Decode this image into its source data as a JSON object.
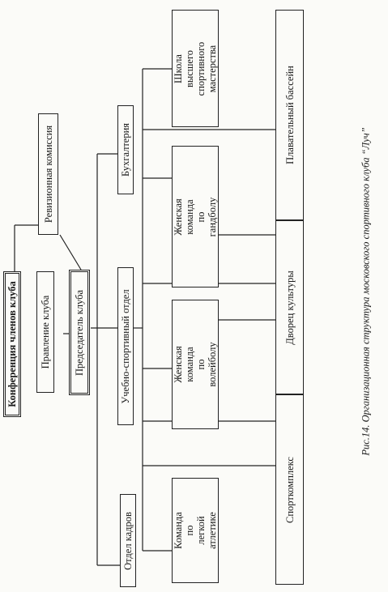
{
  "nodes": {
    "conference": "Конференция членов клуба",
    "board": "Правление клуба",
    "chairman": "Председатель клуба",
    "audit": "Ревизионная комиссия",
    "sports_dept": "Учебно-спортивный отдел",
    "accounting": "Бухгалтерия",
    "hr_dept": "Отдел кадров",
    "athletics_team": "Команда по\nлегкой атлетике",
    "volleyball_team": "Женская команда\nпо волейболу",
    "handball_team": "Женская команда\nпо гандболу",
    "sport_school": "Школа высшего\nспортивного\nмастерства",
    "sports_complex": "Спорткомплекс",
    "culture_palace": "Дворец культуры",
    "pool": "Плавательный бассейн"
  },
  "caption": "Рис.14. Организационная структура московского спортивного клуба “Луч”",
  "colors": {
    "line": "#222222",
    "background": "#fbfbf8"
  }
}
